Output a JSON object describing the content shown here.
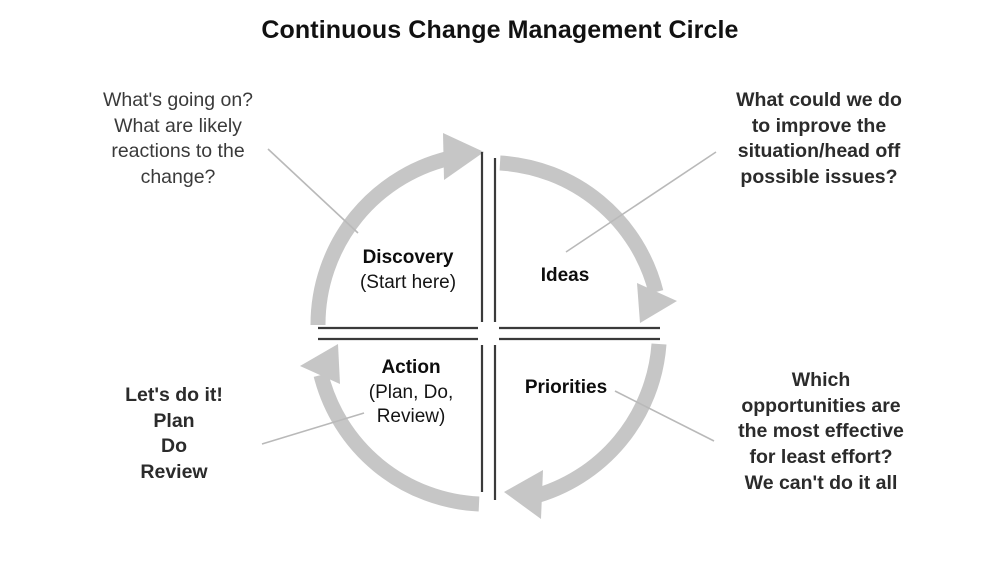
{
  "title": "Continuous Change Management Circle",
  "diagram": {
    "type": "cycle-diagram",
    "arc_color": "#c6c6c6",
    "divider_color": "#3a3a3a",
    "leader_line_color": "#b9b9b9",
    "direction": "clockwise",
    "quadrants": [
      {
        "id": "discovery",
        "position": "top-left",
        "label": "Discovery",
        "sublabel": "(Start here)",
        "annotation": "What's going on?\nWhat are likely\nreactions to the\nchange?"
      },
      {
        "id": "ideas",
        "position": "top-right",
        "label": "Ideas",
        "sublabel": "",
        "annotation": "What could we do\nto improve the\nsituation/head off\npossible issues?"
      },
      {
        "id": "priorities",
        "position": "bottom-right",
        "label": "Priorities",
        "sublabel": "",
        "annotation": "Which\nopportunities are\nthe most effective\nfor least effort?\nWe can't do it all"
      },
      {
        "id": "action",
        "position": "bottom-left",
        "label": "Action",
        "sublabel": "(Plan, Do,\nReview)",
        "annotation": "Let's do it!\nPlan\nDo\nReview"
      }
    ]
  }
}
